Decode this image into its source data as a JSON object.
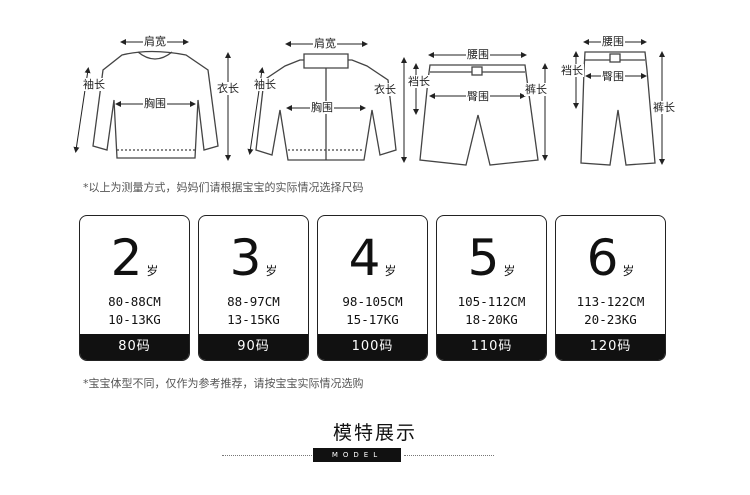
{
  "diagrams": {
    "sweater": {
      "shoulder": "肩宽",
      "sleeve": "袖长",
      "chest": "胸围",
      "length": "衣长"
    },
    "jacket": {
      "shoulder": "肩宽",
      "sleeve": "袖长",
      "chest": "胸围",
      "length": "衣长"
    },
    "shorts": {
      "waist": "腰围",
      "rise": "裆长",
      "hip": "臀围",
      "length": "裤长"
    },
    "pants": {
      "waist": "腰围",
      "rise": "裆长",
      "hip": "臀围",
      "length": "裤长"
    }
  },
  "note_top": "*以上为测量方式，妈妈们请根据宝宝的实际情况选择尺码",
  "cards": [
    {
      "age": "2",
      "unit": "岁",
      "height": "80-88CM",
      "weight": "10-13KG",
      "size": "80码"
    },
    {
      "age": "3",
      "unit": "岁",
      "height": "88-97CM",
      "weight": "13-15KG",
      "size": "90码"
    },
    {
      "age": "4",
      "unit": "岁",
      "height": "98-105CM",
      "weight": "15-17KG",
      "size": "100码"
    },
    {
      "age": "5",
      "unit": "岁",
      "height": "105-112CM",
      "weight": "18-20KG",
      "size": "110码"
    },
    {
      "age": "6",
      "unit": "岁",
      "height": "113-122CM",
      "weight": "20-23KG",
      "size": "120码"
    }
  ],
  "note_bottom": "*宝宝体型不同，仅作为参考推荐，请按宝宝实际情况选购",
  "section_title": "模特展示",
  "section_subtitle": "MODEL"
}
